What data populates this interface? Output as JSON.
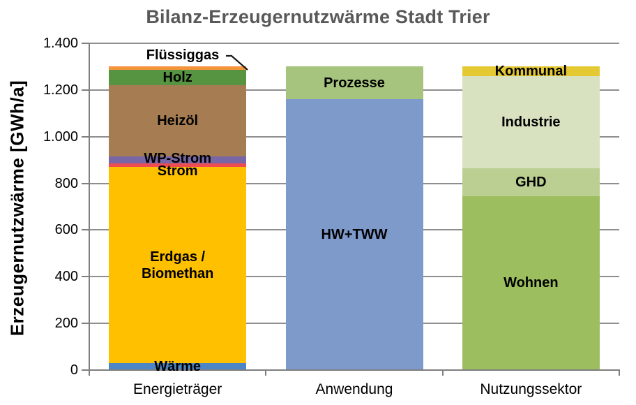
{
  "title": "Bilanz-Erzeugernutzwärme Stadt Trier",
  "background": "#FFFFFF",
  "title_color": "#595959",
  "y_axis": {
    "label": "Erzeugernutzwärme [GWh/a]",
    "tick_labels": [
      "1.400",
      "1.200",
      "1.000",
      "800",
      "600",
      "400",
      "200",
      "0"
    ]
  },
  "chart_data": {
    "type": "bar",
    "stacked": true,
    "title": "Bilanz-Erzeugernutzwärme Stadt Trier",
    "ylabel": "Erzeugernutzwärme [GWh/a]",
    "unit": "GWh/a",
    "ylim": [
      0,
      1400
    ],
    "ytick_step": 200,
    "grid": true,
    "legend": false,
    "categories": [
      "Energieträger",
      "Anwendung",
      "Nutzungssektor"
    ],
    "bars": [
      {
        "category": "Energieträger",
        "segments": [
          {
            "label": "Wärme",
            "value": 30,
            "color": "#4C86C6"
          },
          {
            "label": "Erdgas /\nBiomethan",
            "value": 840,
            "color": "#FFC000"
          },
          {
            "label": "Strom",
            "value": 15,
            "color": "#EE4C50",
            "label_dy": 8
          },
          {
            "label": "WP-Strom",
            "value": 30,
            "color": "#7866A6",
            "label_dy": -2
          },
          {
            "label": "Heizöl",
            "value": 305,
            "color": "#A67C52"
          },
          {
            "label": "Holz",
            "value": 65,
            "color": "#579442"
          },
          {
            "label": "Flüssiggas",
            "value": 15,
            "color": "#F4943B",
            "label_position": "callout"
          }
        ]
      },
      {
        "category": "Anwendung",
        "segments": [
          {
            "label": "HW+TWW",
            "value": 1160,
            "color": "#7E9ACB"
          },
          {
            "label": "Prozesse",
            "value": 140,
            "color": "#A6C47E"
          }
        ]
      },
      {
        "category": "Nutzungssektor",
        "segments": [
          {
            "label": "Wohnen",
            "value": 745,
            "color": "#9CBE5E"
          },
          {
            "label": "GHD",
            "value": 120,
            "color": "#BCCF93"
          },
          {
            "label": "Industrie",
            "value": 395,
            "color": "#D8E2C1"
          },
          {
            "label": "Kommunal",
            "value": 40,
            "color": "#E5C933"
          }
        ]
      }
    ]
  }
}
